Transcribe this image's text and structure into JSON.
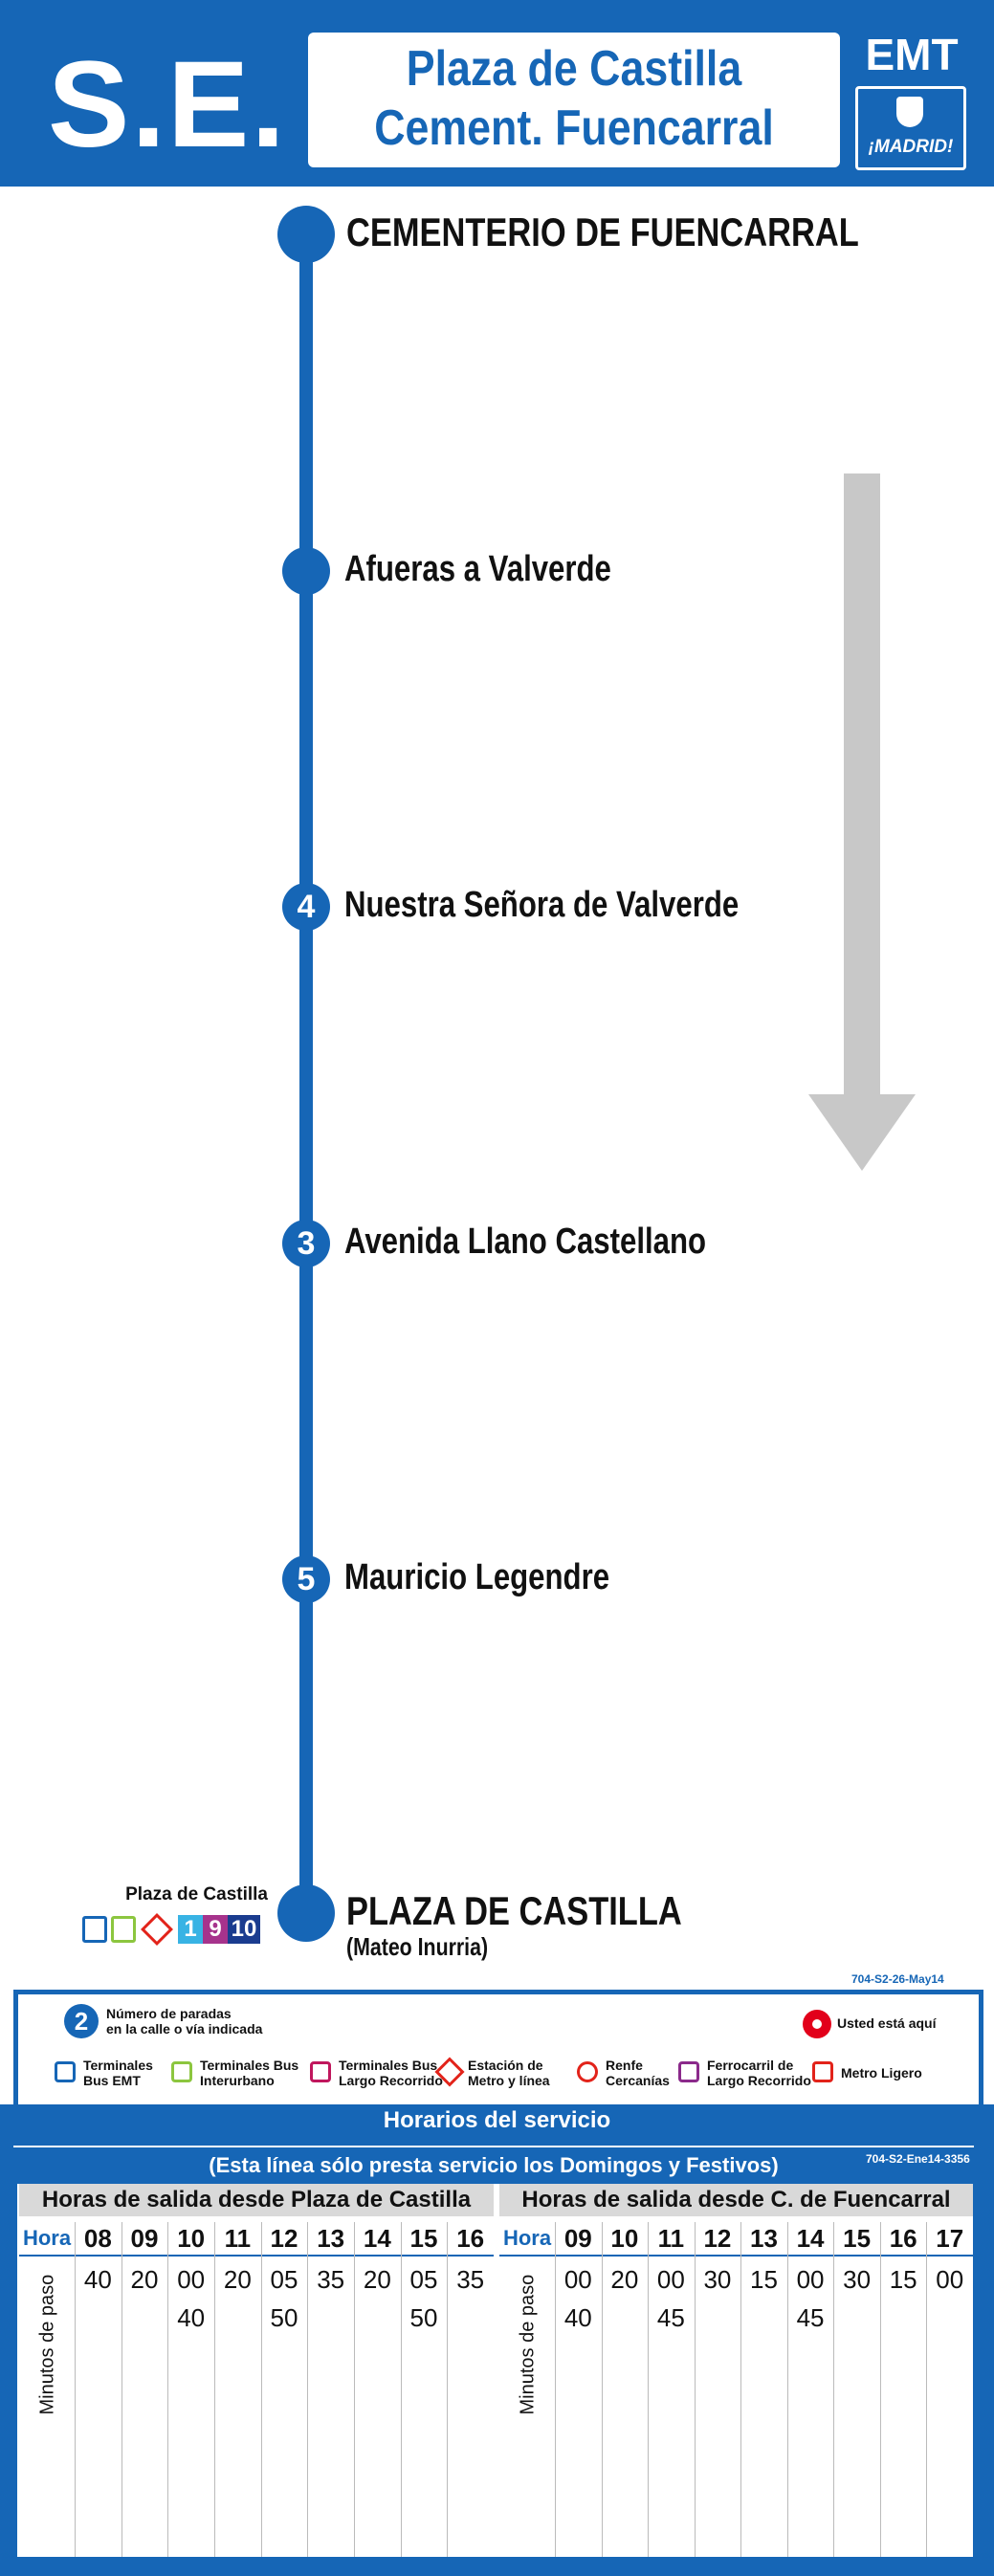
{
  "header": {
    "line_code": "S.E.",
    "destination_line1": "Plaza de Castilla",
    "destination_line2": "Cement. Fuencarral",
    "operator": "EMT",
    "city_logo_text": "¡MADRID!"
  },
  "route": {
    "stops": [
      {
        "name": "CEMENTERIO DE FUENCARRAL",
        "number": "",
        "terminal": true,
        "sub": ""
      },
      {
        "name": "Afueras a Valverde",
        "number": "",
        "terminal": false,
        "sub": ""
      },
      {
        "name": "Nuestra Señora de Valverde",
        "number": "4",
        "terminal": false,
        "sub": ""
      },
      {
        "name": "Avenida Llano Castellano",
        "number": "3",
        "terminal": false,
        "sub": ""
      },
      {
        "name": "Mauricio Legendre",
        "number": "5",
        "terminal": false,
        "sub": ""
      },
      {
        "name": "PLAZA DE CASTILLA",
        "number": "",
        "terminal": true,
        "sub": "(Mateo Inurria)"
      }
    ],
    "transfers": {
      "place": "Plaza de Castilla",
      "metro_lines": [
        "1",
        "9",
        "10"
      ],
      "line_colors": [
        "#38b3e4",
        "#a6338c",
        "#1a3c8f"
      ]
    },
    "route_ref": "704-S2-26-May14"
  },
  "legend": {
    "stops_count_number": "2",
    "stops_count_text_1": "Número de paradas",
    "stops_count_text_2": "en la calle o vía indicada",
    "you_are_here": "Usted está aquí",
    "items": [
      {
        "label_1": "Terminales",
        "label_2": "Bus EMT",
        "icon": "bus-emt-icon",
        "color": "#1666b6"
      },
      {
        "label_1": "Terminales Bus",
        "label_2": "Interurbano",
        "icon": "bus-interurban-icon",
        "color": "#8cc63f"
      },
      {
        "label_1": "Terminales Bus",
        "label_2": "Largo Recorrido",
        "icon": "bus-long-distance-icon",
        "color": "#c0175d"
      },
      {
        "label_1": "Estación de",
        "label_2": "Metro y línea",
        "icon": "metro-icon",
        "color": "#e2231a"
      },
      {
        "label_1": "Renfe",
        "label_2": "Cercanías",
        "icon": "renfe-icon",
        "color": "#e2231a"
      },
      {
        "label_1": "Ferrocarril de",
        "label_2": "Largo Recorrido",
        "icon": "train-long-distance-icon",
        "color": "#8b2a8b"
      },
      {
        "label_1": "Metro Ligero",
        "label_2": "",
        "icon": "light-rail-icon",
        "color": "#e2231a"
      }
    ]
  },
  "schedule": {
    "title": "Horarios del servicio",
    "subtitle": "(Esta línea sólo presta servicio los Domingos y Festivos)",
    "ref": "704-S2-Ene14-3356",
    "minutes_label": "Minutos de paso",
    "hour_label": "Hora",
    "from_plaza": {
      "heading": "Horas de salida desde Plaza de Castilla",
      "hours": [
        "08",
        "09",
        "10",
        "11",
        "12",
        "13",
        "14",
        "15",
        "16"
      ],
      "minutes": [
        [
          "40"
        ],
        [
          "20"
        ],
        [
          "00",
          "40"
        ],
        [
          "20"
        ],
        [
          "05",
          "50"
        ],
        [
          "35"
        ],
        [
          "20"
        ],
        [
          "05",
          "50"
        ],
        [
          "35"
        ]
      ]
    },
    "from_fuencarral": {
      "heading": "Horas de salida desde C. de Fuencarral",
      "hours": [
        "09",
        "10",
        "11",
        "12",
        "13",
        "14",
        "15",
        "16",
        "17"
      ],
      "minutes": [
        [
          "00",
          "40"
        ],
        [
          "20"
        ],
        [
          "00",
          "45"
        ],
        [
          "30"
        ],
        [
          "15"
        ],
        [
          "00",
          "45"
        ],
        [
          "30"
        ],
        [
          "15"
        ],
        [
          "00"
        ]
      ]
    }
  },
  "colors": {
    "primary": "#1666b6",
    "arrow": "#c8c8c8",
    "you_are_here": "#e2001a"
  }
}
